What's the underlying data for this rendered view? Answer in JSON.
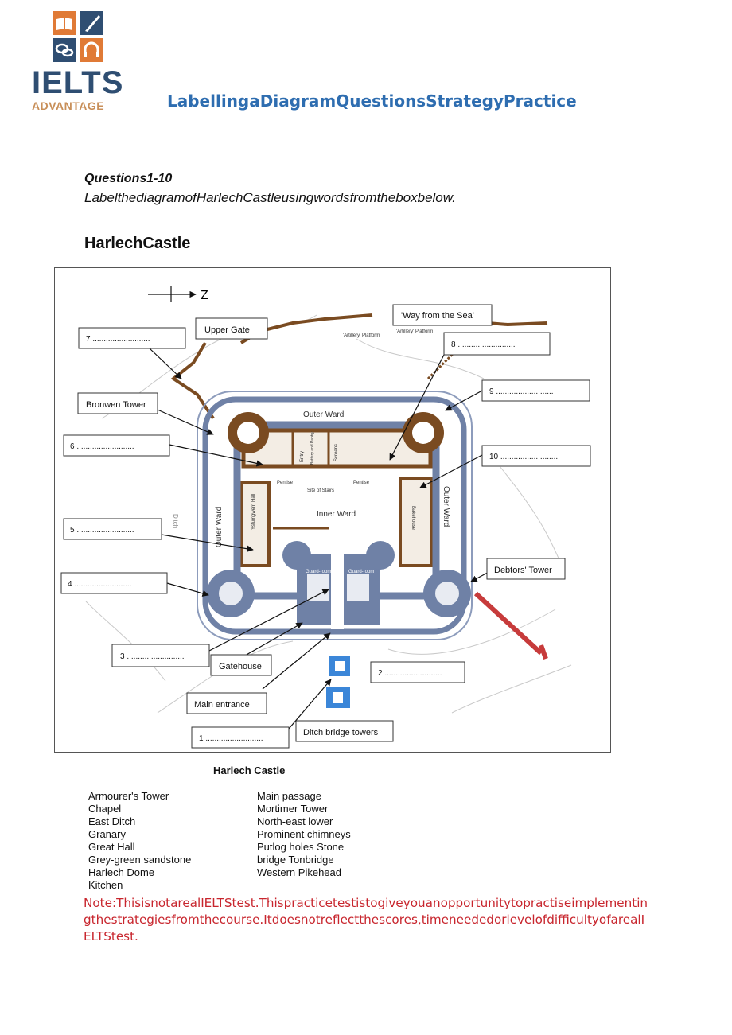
{
  "logo": {
    "word": "IELTS",
    "sub": "ADVANTAGE"
  },
  "header": {
    "title": "LabellingaDiagramQuestionsStrategyPractice"
  },
  "questions": {
    "heading": "Questions1-10",
    "instruction": "LabelthediagramofHarlechCastleusingwordsfromtheboxbelow."
  },
  "section_title": "HarlechCastle",
  "diagram": {
    "compass": "Z",
    "labels": {
      "upper_gate": "Upper Gate",
      "way_from_sea": "'Way from the Sea'",
      "bronwen_tower": "Bronwen Tower",
      "debtors_tower": "Debtors' Tower",
      "gatehouse": "Gatehouse",
      "main_entrance": "Main entrance",
      "ditch_bridge_towers": "Ditch bridge towers"
    },
    "blanks": {
      "q1": "1 ..........................",
      "q2": "2 ..........................",
      "q3": "3 ..........................",
      "q4": "4 ..........................",
      "q5": "5 ..........................",
      "q6": "6 ..........................",
      "q7": "7 ..........................",
      "q8": "8 ..........................",
      "q9": "9 ..........................",
      "q10": "10 .........................."
    },
    "areas": {
      "outer_ward_top": "Outer Ward",
      "outer_ward_left": "Outer Ward",
      "outer_ward_right": "Outer Ward",
      "inner_ward": "Inner Ward",
      "ditch": "Ditch",
      "artillery_1": "'Artillery' Platform",
      "artillery_2": "'Artillery' Platform",
      "pentise_1": "Pentise",
      "pentise_2": "Pentise",
      "site_of_stairs": "Site of Stairs",
      "guard_room_1": "Guard-room",
      "guard_room_2": "Guard-room",
      "ystumgwern_hall": "Ystumgwern Hall",
      "bakehouse": "Bakehouse",
      "entry": "Entry",
      "buttery": "Buttery and Pantry",
      "screens": "Screens"
    }
  },
  "caption": "Harlech Castle",
  "word_box": {
    "col1": [
      "Armourer's Tower",
      "Chapel",
      "East Ditch",
      "Granary",
      "Great Hall",
      "Grey-green sandstone",
      "Harlech Dome",
      "Kitchen"
    ],
    "col2": [
      "Main passage",
      "Mortimer Tower",
      "North-east lower",
      "Prominent chimneys",
      "Putlog holes Stone",
      "bridge Tonbridge",
      "Western Pikehead"
    ]
  },
  "note": "Note:ThisisnotarealIELTStest.Thispracticetestistogiveyouanopportunitytopractiseimplementingthestrategiesfromthecourse.Itdoesnotreflectthescores,timeneededorlevelofdifficultyofarealIELTStest.",
  "colors": {
    "brand_orange": "#e07a36",
    "brand_blue": "#2f4e72",
    "title_blue": "#2e6db0",
    "note_red": "#c8262e",
    "wall_blue": "#6f81a6",
    "wall_brown": "#7a4b21"
  }
}
